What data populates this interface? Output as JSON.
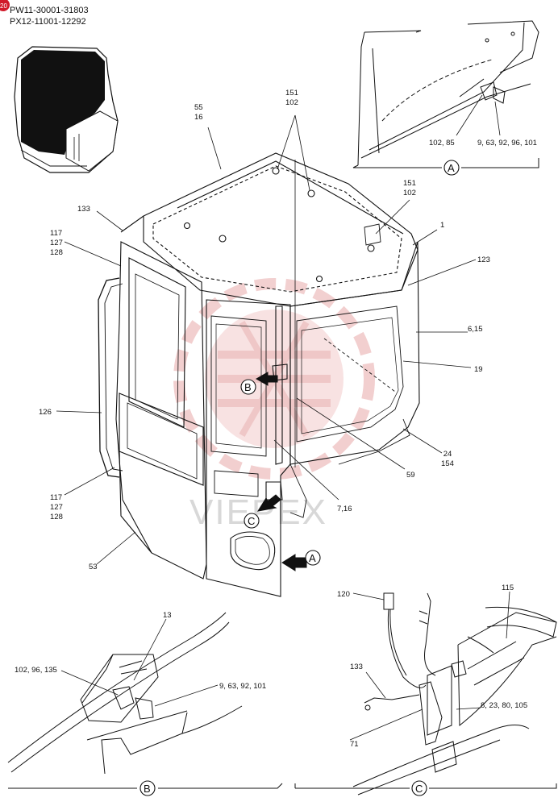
{
  "header": {
    "line1": "PW11-30001-31803",
    "line2": "PX12-11001-12292"
  },
  "corner_badge": "20",
  "watermark": "VIEPEX",
  "callouts": {
    "c55_16": "55\n16",
    "c151_102_top": "151\n102",
    "c151_102_right": "151\n102",
    "c133_left": "133",
    "c117_127_128_upper": "117\n127\n128",
    "c1": "1",
    "c123": "123",
    "c6_15": "6,15",
    "c19": "19",
    "c126": "126",
    "c24_154": "24\n154",
    "c59": "59",
    "c117_127_128_lower": "117\n127\n128",
    "c7_16": "7,16",
    "c53": "53",
    "c102_85": "102, 85",
    "c9_63_92_96_101": "9, 63, 92, 96, 101",
    "c13": "13",
    "c102_96_135": "102, 96, 135",
    "c9_63_92_101": "9, 63, 92, 101",
    "c120": "120",
    "c115": "115",
    "c133_detail": "133",
    "c8_23_80_105": "8, 23, 80, 105",
    "c71": "71"
  },
  "detail_letters": {
    "A": "A",
    "B": "B",
    "C": "C"
  },
  "colors": {
    "line": "#111111",
    "watermark_red": "#e8a9a9",
    "badge_red": "#d11a2a"
  }
}
